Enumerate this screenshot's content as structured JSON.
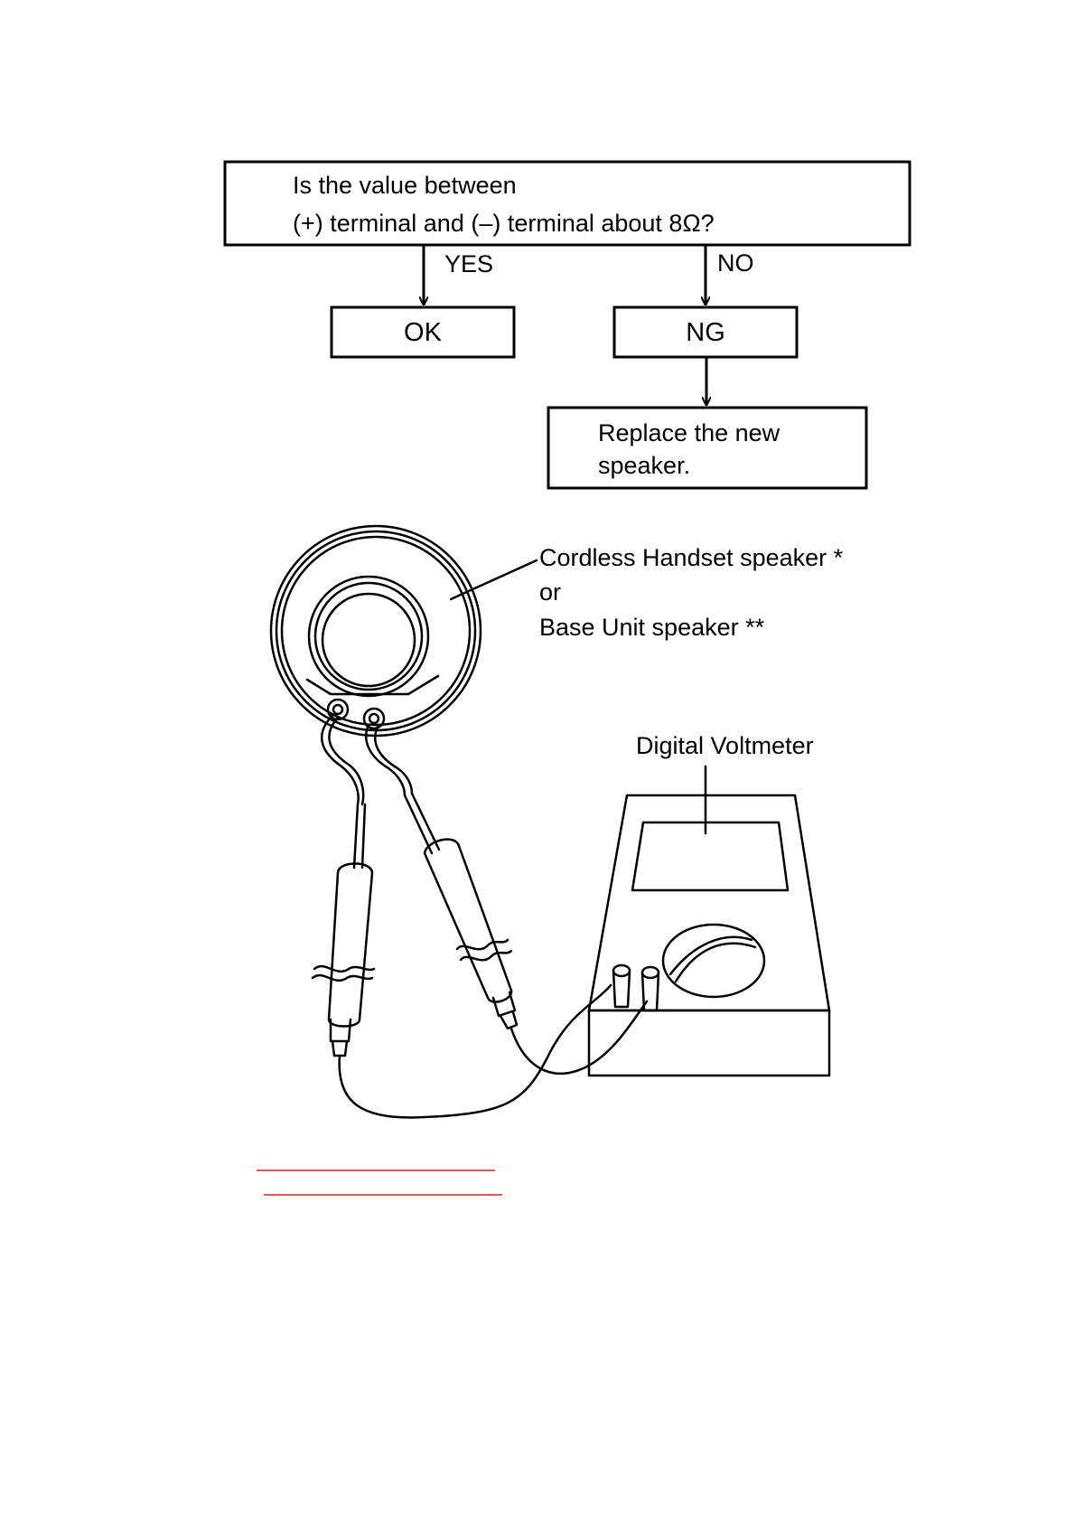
{
  "flowchart": {
    "question_line1": "Is the value between",
    "question_line2": "(+) terminal and (–) terminal about 8Ω?",
    "yes_label": "YES",
    "no_label": "NO",
    "ok_label": "OK",
    "ng_label": "NG",
    "replace_line1": "Replace the new",
    "replace_line2": "speaker."
  },
  "illustration": {
    "speaker_label_line1": "Cordless Handset speaker *",
    "speaker_label_line2": "or",
    "speaker_label_line3": "Base Unit speaker **",
    "meter_label": "Digital Voltmeter"
  },
  "colors": {
    "ink": "#000000",
    "link_underline": "#e02020"
  }
}
